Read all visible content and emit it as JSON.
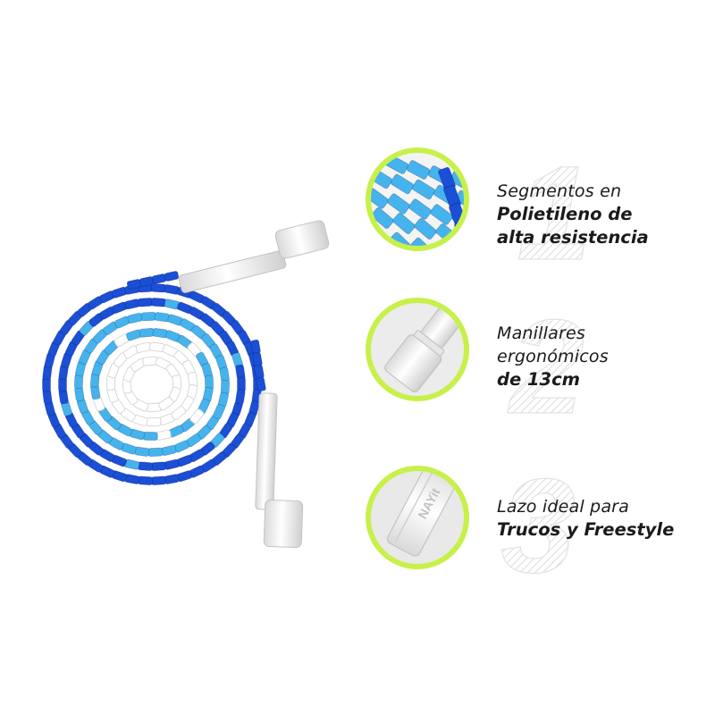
{
  "colors": {
    "accent_green": "#c8f04a",
    "rope_blue": "#1a4fd6",
    "rope_light_blue": "#45b4ee",
    "handle_white": "#f2f2f2",
    "text": "#1a1a1a"
  },
  "brand": {
    "handle_logo": "NAYit"
  },
  "product": {
    "image": "beaded-jump-rope"
  },
  "features": [
    {
      "number": "1",
      "lines": [
        "Segmentos en"
      ],
      "bold_lines": [
        "Polietileno de",
        "alta resistencia"
      ],
      "icon": "beaded-segments"
    },
    {
      "number": "2",
      "lines": [
        "Manillares",
        "ergonómicos"
      ],
      "bold_lines": [
        "de 13cm"
      ],
      "icon": "rope-handle"
    },
    {
      "number": "3",
      "lines": [
        "Lazo ideal para"
      ],
      "bold_lines": [
        "Trucos y Freestyle"
      ],
      "icon": "branded-handle"
    }
  ]
}
